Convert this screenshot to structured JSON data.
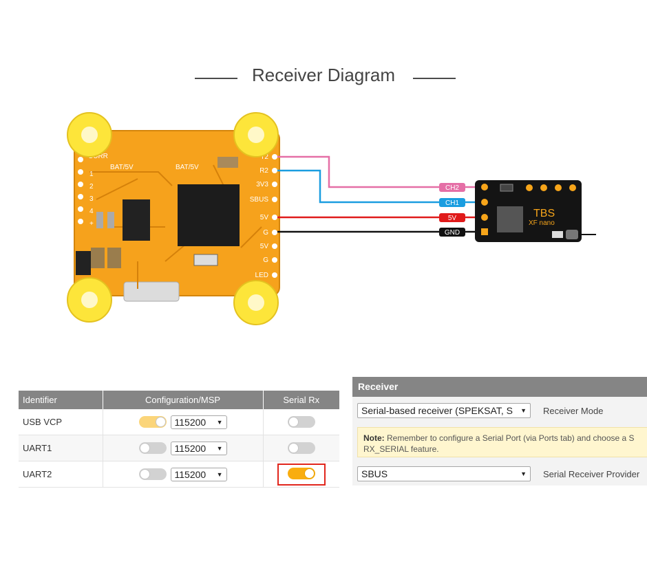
{
  "title": "Receiver Diagram",
  "board": {
    "pads_left": [
      "CURR",
      "1",
      "2",
      "3",
      "4",
      "+"
    ],
    "bat_labels": [
      "BAT/5V",
      "BAT/5V"
    ],
    "pads_right": [
      "T2",
      "R2",
      "3V3",
      "SBUS",
      "5V",
      "G",
      "5V",
      "G",
      "LED"
    ]
  },
  "receiver_module": {
    "brand": "TBS",
    "model": "XF nano",
    "wires": [
      {
        "label": "CH2",
        "color": "#e56fa6"
      },
      {
        "label": "CH1",
        "color": "#1a9de0"
      },
      {
        "label": "5V",
        "color": "#e01a1a"
      },
      {
        "label": "GND",
        "color": "#111111"
      }
    ],
    "pad_color": "#f7a51a"
  },
  "ports_table": {
    "headers": [
      "Identifier",
      "Configuration/MSP",
      "Serial Rx"
    ],
    "rows": [
      {
        "id": "USB VCP",
        "baud": "115200",
        "msp": "on",
        "serial_rx": "off"
      },
      {
        "id": "UART1",
        "baud": "115200",
        "msp": "off",
        "serial_rx": "off"
      },
      {
        "id": "UART2",
        "baud": "115200",
        "msp": "off",
        "serial_rx": "on"
      }
    ]
  },
  "receiver_panel": {
    "header": "Receiver",
    "mode_value": "Serial-based receiver (SPEKSAT, S",
    "mode_label": "Receiver Mode",
    "note_bold": "Note:",
    "note_text": " Remember to configure a Serial Port (via Ports tab) and choose a S",
    "note_text2": "RX_SERIAL feature.",
    "provider_value": "SBUS",
    "provider_label": "Serial Receiver Provider"
  },
  "colors": {
    "board": "#f6a21c",
    "mount": "#fde53a",
    "header_gray": "#858585",
    "toggle_on": "#f9ad0f",
    "highlight": "#e1251b"
  }
}
